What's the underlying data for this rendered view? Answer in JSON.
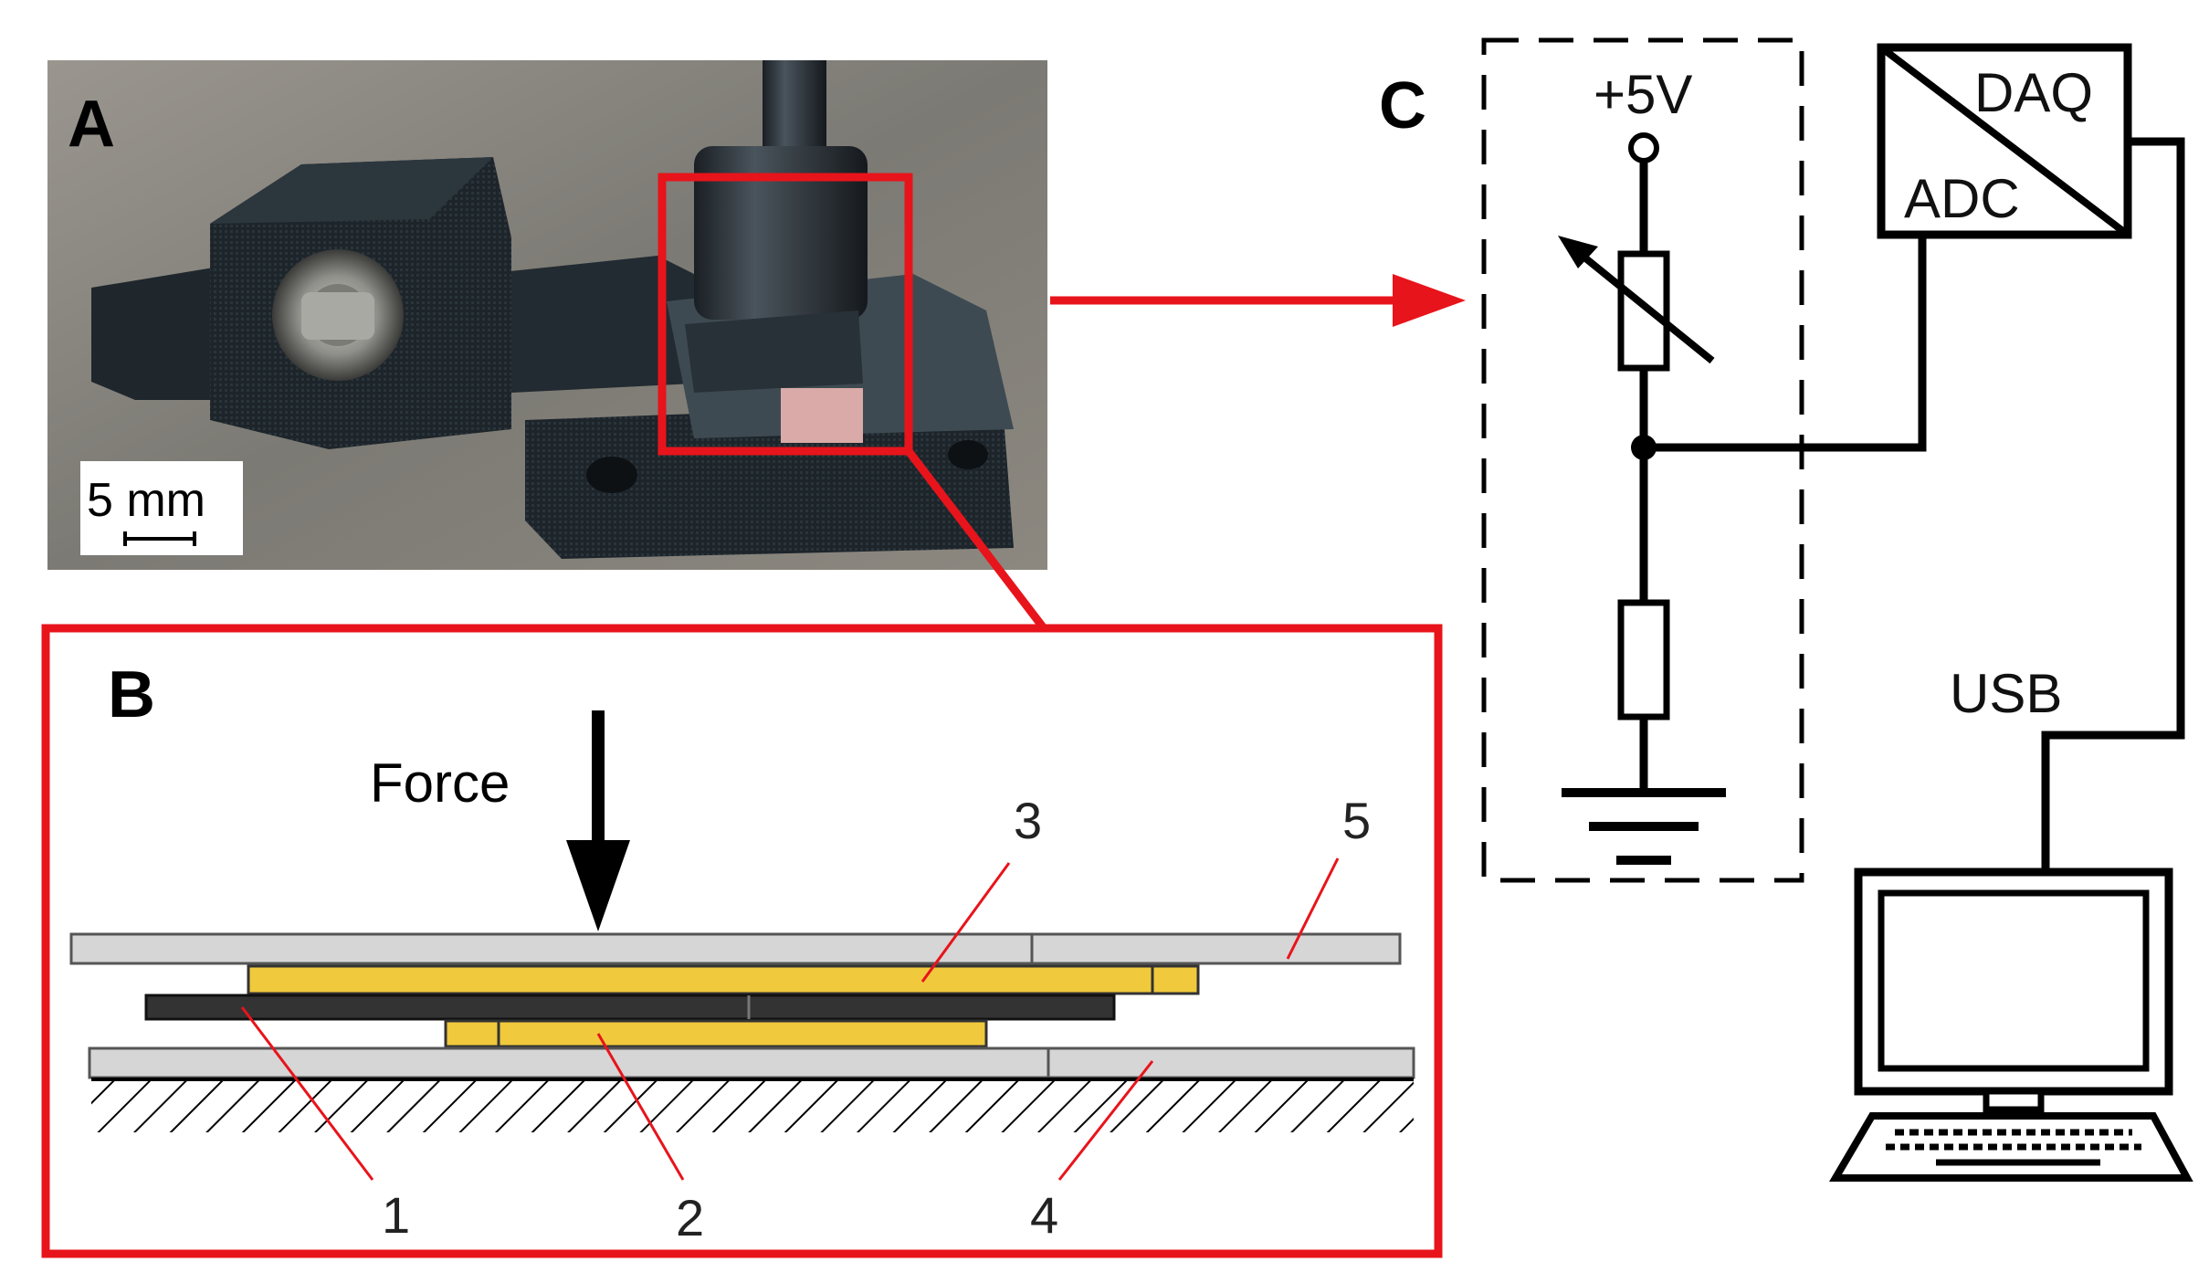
{
  "panels": {
    "a": "A",
    "b": "B",
    "c": "C"
  },
  "photo": {
    "scale_bar_label": "5 mm"
  },
  "cross_section": {
    "force_label": "Force",
    "parts": [
      "1",
      "2",
      "3",
      "4",
      "5"
    ],
    "layer_colors": {
      "plate": "#d6d6d6",
      "electrode": "#f0c93c",
      "film": "#333333"
    }
  },
  "circuit": {
    "supply_label": "+5V",
    "daq_label": "DAQ",
    "adc_label": "ADC",
    "usb_label": "USB"
  },
  "colors": {
    "highlight": "#e8141b",
    "line": "#000000"
  }
}
